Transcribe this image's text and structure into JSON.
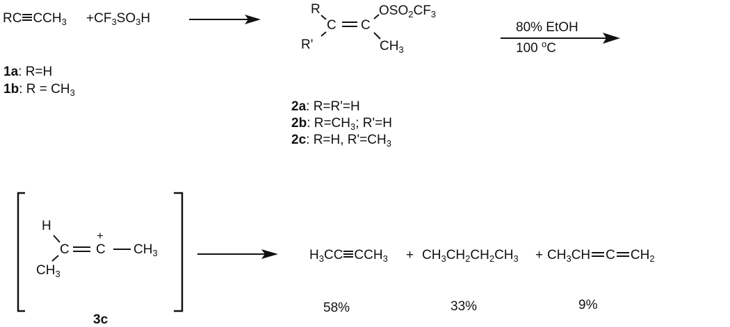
{
  "scheme": {
    "step1": {
      "reactant_alkyne": {
        "prefix": "RC",
        "bond": "triple",
        "suffix_main": "CCH",
        "suffix_sub": "3"
      },
      "reagent": {
        "parts": [
          "+CF",
          "3",
          "SO",
          "3",
          "H"
        ]
      },
      "labels": [
        {
          "id": "1a",
          "text": ": R=H"
        },
        {
          "id": "1b",
          "text": ": R = CH",
          "sub": "3"
        }
      ]
    },
    "intermediate_triflate": {
      "atoms": {
        "R": "R",
        "R_prime": "R'",
        "C1": "C",
        "C2": "C",
        "OTf": "OSO",
        "OTf_sub": "2",
        "OTf_tail": "CF",
        "OTf_tail_sub": "3",
        "methyl": "CH",
        "methyl_sub": "3"
      },
      "labels": [
        {
          "id": "2a",
          "text": ": R=R'=H"
        },
        {
          "id": "2b",
          "text": ": R=CH",
          "sub": "3",
          "tail": "; R'=H"
        },
        {
          "id": "2c",
          "text": ": R=H, R'=CH",
          "sub": "3"
        }
      ]
    },
    "conditions": {
      "above": "80% EtOH",
      "below_num": "100 ",
      "below_sup": "o",
      "below_unit": "C"
    },
    "cation_3c": {
      "atoms": {
        "H": "H",
        "C1": "C",
        "C2": "C",
        "charge": "+",
        "methyl_right": "CH",
        "methyl_right_sub": "3",
        "methyl_left": "CH",
        "methyl_left_sub": "3"
      },
      "label": "3c"
    },
    "products": [
      {
        "formula_a": "H",
        "sub_a": "3",
        "formula_b": "CC",
        "bond": "triple",
        "formula_c": "CCH",
        "sub_c": "3",
        "yield": "58%"
      },
      {
        "parts": [
          "CH",
          "3",
          "CH",
          "2",
          "CH",
          "2",
          "CH",
          "3"
        ],
        "yield": "33%"
      },
      {
        "parts": [
          "CH",
          "3",
          "CH",
          "=C=",
          "CH",
          "2"
        ],
        "yield": "9%"
      }
    ],
    "plus": "+"
  }
}
